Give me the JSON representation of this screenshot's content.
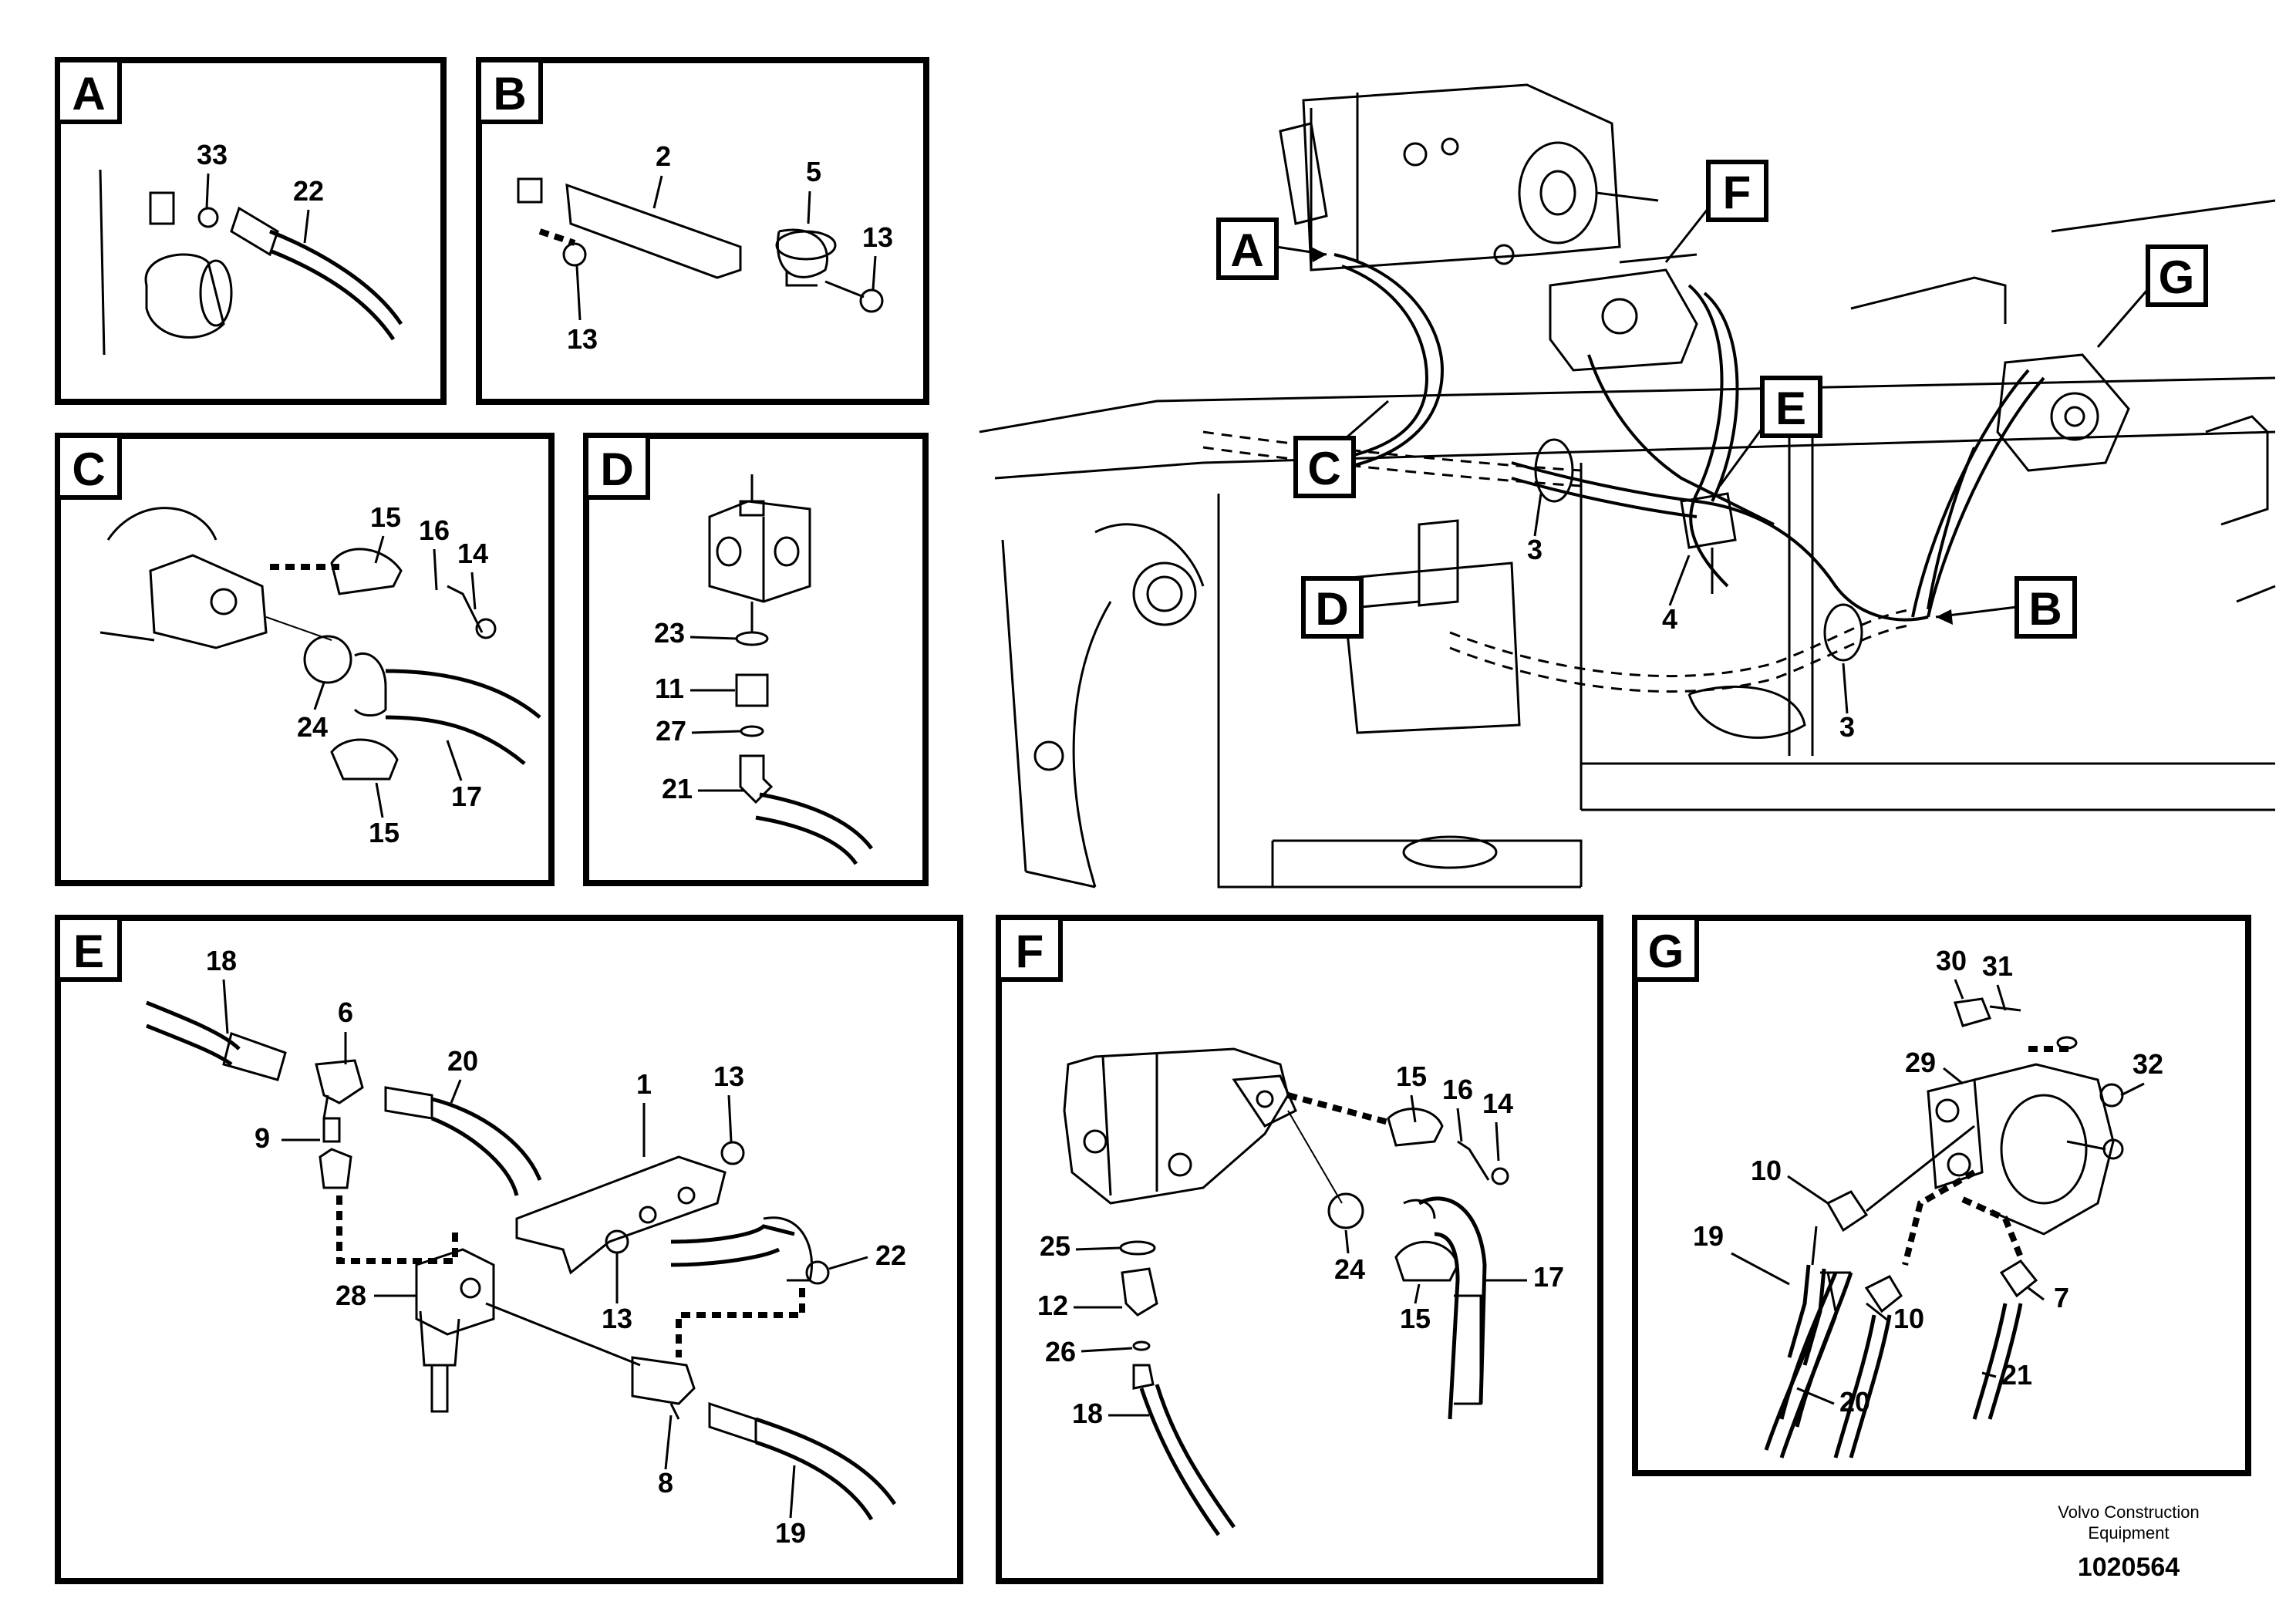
{
  "footer": {
    "brand_line1": "Volvo Construction",
    "brand_line2": "Equipment",
    "drawing_number": "1020564"
  },
  "overview": {
    "callouts": [
      "A",
      "B",
      "C",
      "D",
      "E",
      "F",
      "G"
    ],
    "numbers": [
      "3",
      "4",
      "3"
    ]
  },
  "panels": {
    "A": {
      "tag": "A",
      "labels": [
        "33",
        "22"
      ]
    },
    "B": {
      "tag": "B",
      "labels": [
        "2",
        "5",
        "13",
        "13"
      ]
    },
    "C": {
      "tag": "C",
      "labels": [
        "15",
        "16",
        "14",
        "24",
        "17",
        "15"
      ]
    },
    "D": {
      "tag": "D",
      "labels": [
        "23",
        "11",
        "27",
        "21"
      ]
    },
    "E": {
      "tag": "E",
      "labels": [
        "18",
        "6",
        "20",
        "1",
        "13",
        "9",
        "28",
        "13",
        "22",
        "8",
        "19"
      ]
    },
    "F": {
      "tag": "F",
      "labels": [
        "15",
        "16",
        "14",
        "25",
        "24",
        "17",
        "12",
        "15",
        "26",
        "18"
      ]
    },
    "G": {
      "tag": "G",
      "labels": [
        "30",
        "31",
        "29",
        "32",
        "10",
        "19",
        "10",
        "7",
        "20",
        "21"
      ]
    }
  }
}
